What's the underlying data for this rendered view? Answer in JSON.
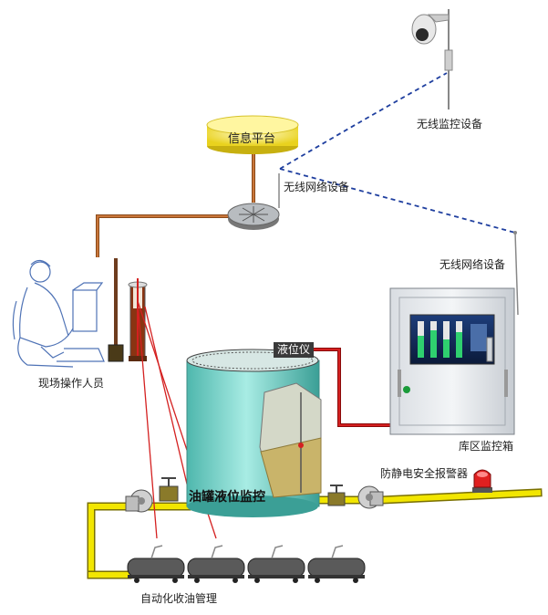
{
  "labels": {
    "wireless_camera": "无线监控设备",
    "info_platform": "信息平台",
    "wireless_network_top": "无线网络设备",
    "wireless_network_right": "无线网络设备",
    "field_operator": "现场操作人员",
    "level_gauge": "液位仪",
    "tank_monitor": "油罐液位监控",
    "depot_box": "库区监控箱",
    "antistatic_alarm": "防静电安全报警器",
    "auto_pipeline": "自动化收油管理"
  },
  "colors": {
    "cable": "#b5652a",
    "wireless_link": "#1f3f9f",
    "pipe": "#f2e600",
    "signal_red": "#d42020",
    "tank": "#77d2c7",
    "platform": "#f4e85a"
  }
}
